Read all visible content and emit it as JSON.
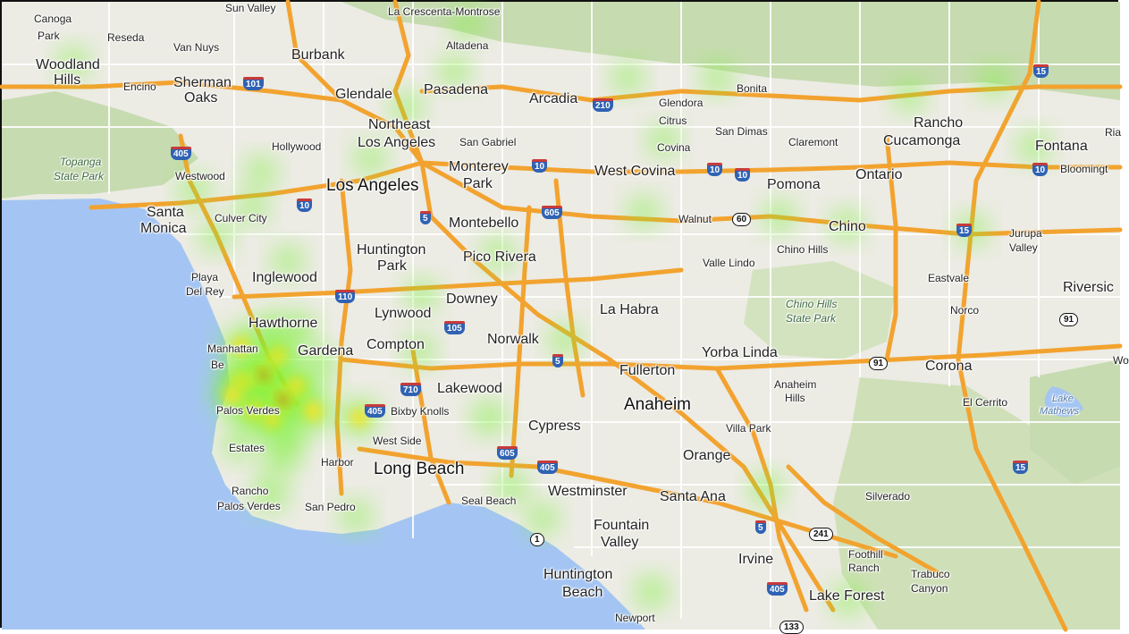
{
  "map": {
    "colors": {
      "land": "#ecebe4",
      "water": "#a4c5f3",
      "park": "#c9deb0",
      "hills": "#b9d1a4",
      "freeway": "#f2a32f",
      "arterial": "#ffffff",
      "heat_low": "#7ef23a",
      "heat_mid": "#f5e32a",
      "heat_high": "#e81c0c"
    },
    "places": [
      {
        "name": "Canoga",
        "style": "small"
      },
      {
        "name": "Park",
        "style": "small"
      },
      {
        "name": "Reseda",
        "style": "small"
      },
      {
        "name": "Van Nuys",
        "style": "small"
      },
      {
        "name": "Sun Valley",
        "style": "small"
      },
      {
        "name": "La Crescenta-Montrose",
        "style": "small"
      },
      {
        "name": "Burbank",
        "style": "city"
      },
      {
        "name": "Altadena",
        "style": "small"
      },
      {
        "name": "Woodland",
        "style": "city"
      },
      {
        "name": "Hills",
        "style": "city"
      },
      {
        "name": "Encino",
        "style": "small"
      },
      {
        "name": "Sherman",
        "style": "city"
      },
      {
        "name": "Oaks",
        "style": "city"
      },
      {
        "name": "Glendale",
        "style": "city"
      },
      {
        "name": "Pasadena",
        "style": "city"
      },
      {
        "name": "Arcadia",
        "style": "city"
      },
      {
        "name": "Glendora",
        "style": "small"
      },
      {
        "name": "Bonita",
        "style": "small"
      },
      {
        "name": "Rancho",
        "style": "city"
      },
      {
        "name": "Cucamonga",
        "style": "city"
      },
      {
        "name": "Ria",
        "style": "small"
      },
      {
        "name": "Northeast",
        "style": "city"
      },
      {
        "name": "Los Angeles",
        "style": "city"
      },
      {
        "name": "Citrus",
        "style": "small"
      },
      {
        "name": "San Dimas",
        "style": "small"
      },
      {
        "name": "Claremont",
        "style": "small"
      },
      {
        "name": "Fontana",
        "style": "city"
      },
      {
        "name": "Topanga",
        "style": "park"
      },
      {
        "name": "State Park",
        "style": "park"
      },
      {
        "name": "Hollywood",
        "style": "small"
      },
      {
        "name": "San Gabriel",
        "style": "small"
      },
      {
        "name": "Covina",
        "style": "small"
      },
      {
        "name": "Monterey",
        "style": "city"
      },
      {
        "name": "Park",
        "style": "city"
      },
      {
        "name": "West Covina",
        "style": "city"
      },
      {
        "name": "Ontario",
        "style": "city"
      },
      {
        "name": "Bloomingt",
        "style": "small"
      },
      {
        "name": "Westwood",
        "style": "small"
      },
      {
        "name": "Los Angeles",
        "style": "major"
      },
      {
        "name": "Pomona",
        "style": "city"
      },
      {
        "name": "Santa",
        "style": "city"
      },
      {
        "name": "Monica",
        "style": "city"
      },
      {
        "name": "Culver City",
        "style": "small"
      },
      {
        "name": "Montebello",
        "style": "city"
      },
      {
        "name": "Walnut",
        "style": "small"
      },
      {
        "name": "Chino",
        "style": "city"
      },
      {
        "name": "Jurupa",
        "style": "small"
      },
      {
        "name": "Valley",
        "style": "small"
      },
      {
        "name": "Huntington",
        "style": "city"
      },
      {
        "name": "Park",
        "style": "city"
      },
      {
        "name": "Pico Rivera",
        "style": "city"
      },
      {
        "name": "Chino Hills",
        "style": "small"
      },
      {
        "name": "Valle Lindo",
        "style": "small"
      },
      {
        "name": "Playa",
        "style": "small"
      },
      {
        "name": "Del Rey",
        "style": "small"
      },
      {
        "name": "Inglewood",
        "style": "city"
      },
      {
        "name": "Eastvale",
        "style": "small"
      },
      {
        "name": "Riversic",
        "style": "city"
      },
      {
        "name": "Downey",
        "style": "city"
      },
      {
        "name": "Chino Hills",
        "style": "park"
      },
      {
        "name": "State Park",
        "style": "park"
      },
      {
        "name": "Lynwood",
        "style": "city"
      },
      {
        "name": "La Habra",
        "style": "city"
      },
      {
        "name": "Norco",
        "style": "small"
      },
      {
        "name": "Hawthorne",
        "style": "city"
      },
      {
        "name": "Norwalk",
        "style": "city"
      },
      {
        "name": "Compton",
        "style": "city"
      },
      {
        "name": "Gardena",
        "style": "city"
      },
      {
        "name": "Manhattan",
        "style": "small"
      },
      {
        "name": "Be",
        "style": "small"
      },
      {
        "name": "Yorba Linda",
        "style": "city"
      },
      {
        "name": "Fullerton",
        "style": "city"
      },
      {
        "name": "Corona",
        "style": "city"
      },
      {
        "name": "Wo",
        "style": "small"
      },
      {
        "name": "Anaheim",
        "style": "small"
      },
      {
        "name": "Hills",
        "style": "small"
      },
      {
        "name": "Lakewood",
        "style": "city"
      },
      {
        "name": "El Cerrito",
        "style": "small"
      },
      {
        "name": "Lake",
        "style": "lake"
      },
      {
        "name": "Mathews",
        "style": "lake"
      },
      {
        "name": "Anaheim",
        "style": "major"
      },
      {
        "name": "Bixby Knolls",
        "style": "small"
      },
      {
        "name": "Cypress",
        "style": "city"
      },
      {
        "name": "Villa Park",
        "style": "small"
      },
      {
        "name": "Palos Verdes",
        "style": "small"
      },
      {
        "name": "Estates",
        "style": "small"
      },
      {
        "name": "West Side",
        "style": "small"
      },
      {
        "name": "Orange",
        "style": "city"
      },
      {
        "name": "Harbor",
        "style": "small"
      },
      {
        "name": "Long Beach",
        "style": "major"
      },
      {
        "name": "Westminster",
        "style": "city"
      },
      {
        "name": "Santa Ana",
        "style": "city"
      },
      {
        "name": "Silverado",
        "style": "small"
      },
      {
        "name": "Rancho",
        "style": "small"
      },
      {
        "name": "Palos Verdes",
        "style": "small"
      },
      {
        "name": "San Pedro",
        "style": "small"
      },
      {
        "name": "Seal Beach",
        "style": "small"
      },
      {
        "name": "Fountain",
        "style": "city"
      },
      {
        "name": "Valley",
        "style": "city"
      },
      {
        "name": "Irvine",
        "style": "city"
      },
      {
        "name": "Foothill",
        "style": "small"
      },
      {
        "name": "Ranch",
        "style": "small"
      },
      {
        "name": "Trabuco",
        "style": "small"
      },
      {
        "name": "Canyon",
        "style": "small"
      },
      {
        "name": "Huntington",
        "style": "city"
      },
      {
        "name": "Beach",
        "style": "city"
      },
      {
        "name": "Lake Forest",
        "style": "city"
      },
      {
        "name": "Newport",
        "style": "small"
      }
    ],
    "shields": [
      {
        "label": "101",
        "kind": "us"
      },
      {
        "label": "405",
        "kind": "interstate"
      },
      {
        "label": "210",
        "kind": "interstate"
      },
      {
        "label": "15",
        "kind": "interstate"
      },
      {
        "label": "10",
        "kind": "interstate"
      },
      {
        "label": "10",
        "kind": "interstate"
      },
      {
        "label": "10",
        "kind": "interstate"
      },
      {
        "label": "10",
        "kind": "interstate"
      },
      {
        "label": "10",
        "kind": "interstate"
      },
      {
        "label": "5",
        "kind": "interstate"
      },
      {
        "label": "605",
        "kind": "interstate"
      },
      {
        "label": "60",
        "kind": "state"
      },
      {
        "label": "15",
        "kind": "interstate"
      },
      {
        "label": "110",
        "kind": "interstate"
      },
      {
        "label": "105",
        "kind": "interstate"
      },
      {
        "label": "5",
        "kind": "interstate"
      },
      {
        "label": "91",
        "kind": "state"
      },
      {
        "label": "91",
        "kind": "state"
      },
      {
        "label": "710",
        "kind": "interstate"
      },
      {
        "label": "405",
        "kind": "interstate"
      },
      {
        "label": "605",
        "kind": "interstate"
      },
      {
        "label": "405",
        "kind": "interstate"
      },
      {
        "label": "5",
        "kind": "interstate"
      },
      {
        "label": "241",
        "kind": "state"
      },
      {
        "label": "15",
        "kind": "interstate"
      },
      {
        "label": "1",
        "kind": "state"
      },
      {
        "label": "405",
        "kind": "interstate"
      },
      {
        "label": "133",
        "kind": "state"
      }
    ],
    "heat_points": [
      {
        "intensity": 1.0
      },
      {
        "intensity": 0.95
      },
      {
        "intensity": 0.7
      },
      {
        "intensity": 0.65
      },
      {
        "intensity": 0.6
      },
      {
        "intensity": 0.55
      },
      {
        "intensity": 0.55
      },
      {
        "intensity": 0.5
      },
      {
        "intensity": 0.45
      },
      {
        "intensity": 0.45
      },
      {
        "intensity": 0.4
      },
      {
        "intensity": 0.4
      },
      {
        "intensity": 0.35
      },
      {
        "intensity": 0.35
      },
      {
        "intensity": 0.3
      },
      {
        "intensity": 0.3
      },
      {
        "intensity": 0.45
      },
      {
        "intensity": 0.3
      },
      {
        "intensity": 0.25
      },
      {
        "intensity": 0.25
      },
      {
        "intensity": 0.25
      },
      {
        "intensity": 0.25
      },
      {
        "intensity": 0.2
      },
      {
        "intensity": 0.2
      },
      {
        "intensity": 0.2
      },
      {
        "intensity": 0.2
      },
      {
        "intensity": 0.2
      },
      {
        "intensity": 0.2
      },
      {
        "intensity": 0.2
      },
      {
        "intensity": 0.2
      },
      {
        "intensity": 0.2
      },
      {
        "intensity": 0.2
      },
      {
        "intensity": 0.2
      },
      {
        "intensity": 0.2
      },
      {
        "intensity": 0.2
      },
      {
        "intensity": 0.2
      },
      {
        "intensity": 0.2
      },
      {
        "intensity": 0.2
      },
      {
        "intensity": 0.2
      },
      {
        "intensity": 0.2
      },
      {
        "intensity": 0.2
      },
      {
        "intensity": 0.2
      },
      {
        "intensity": 0.2
      },
      {
        "intensity": 0.2
      },
      {
        "intensity": 0.2
      },
      {
        "intensity": 0.2
      },
      {
        "intensity": 0.2
      },
      {
        "intensity": 0.2
      },
      {
        "intensity": 0.2
      }
    ]
  }
}
